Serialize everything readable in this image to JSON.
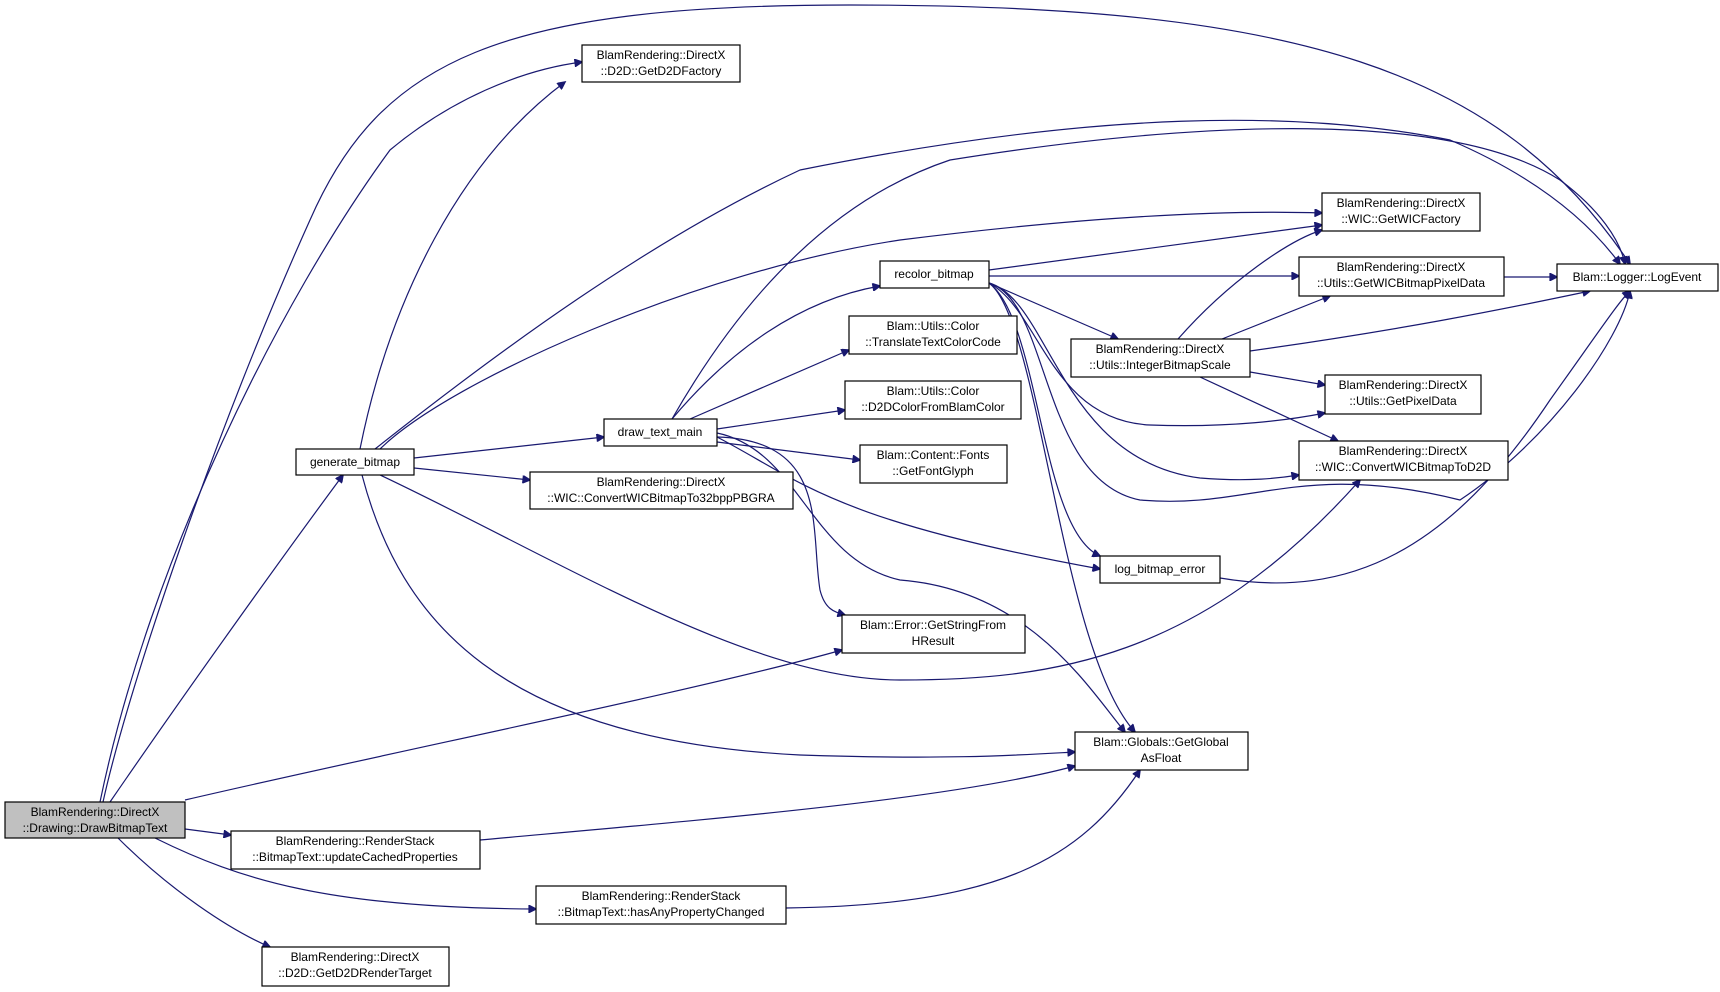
{
  "graph": {
    "colors": {
      "edge": "#191970",
      "root_fill": "#c0c0c0",
      "node_fill": "#ffffff",
      "node_stroke": "#000000"
    },
    "nodes": {
      "draw_bitmap_text": [
        "BlamRendering::DirectX",
        "::Drawing::DrawBitmapText"
      ],
      "generate_bitmap": [
        "generate_bitmap"
      ],
      "get_d2d_factory": [
        "BlamRendering::DirectX",
        "::D2D::GetD2DFactory"
      ],
      "draw_text_main": [
        "draw_text_main"
      ],
      "convert_32bpp": [
        "BlamRendering::DirectX",
        "::WIC::ConvertWICBitmapTo32bppPBGRA"
      ],
      "recolor_bitmap": [
        "recolor_bitmap"
      ],
      "translate_text_color": [
        "Blam::Utils::Color",
        "::TranslateTextColorCode"
      ],
      "d2d_color_from_blam": [
        "Blam::Utils::Color",
        "::D2DColorFromBlamColor"
      ],
      "get_font_glyph": [
        "Blam::Content::Fonts",
        "::GetFontGlyph"
      ],
      "get_string_from_hresult": [
        "Blam::Error::GetStringFrom",
        "HResult"
      ],
      "get_global_as_float": [
        "Blam::Globals::GetGlobal",
        "AsFloat"
      ],
      "update_cached_properties": [
        "BlamRendering::RenderStack",
        "::BitmapText::updateCachedProperties"
      ],
      "has_any_property_changed": [
        "BlamRendering::RenderStack",
        "::BitmapText::hasAnyPropertyChanged"
      ],
      "get_d2d_render_target": [
        "BlamRendering::DirectX",
        "::D2D::GetD2DRenderTarget"
      ],
      "integer_bitmap_scale": [
        "BlamRendering::DirectX",
        "::Utils::IntegerBitmapScale"
      ],
      "log_bitmap_error": [
        "log_bitmap_error"
      ],
      "get_wic_factory": [
        "BlamRendering::DirectX",
        "::WIC::GetWICFactory"
      ],
      "get_wic_bitmap_pixel_data": [
        "BlamRendering::DirectX",
        "::Utils::GetWICBitmapPixelData"
      ],
      "get_pixel_data": [
        "BlamRendering::DirectX",
        "::Utils::GetPixelData"
      ],
      "convert_to_d2d": [
        "BlamRendering::DirectX",
        "::WIC::ConvertWICBitmapToD2D"
      ],
      "log_event": [
        "Blam::Logger::LogEvent"
      ]
    }
  }
}
